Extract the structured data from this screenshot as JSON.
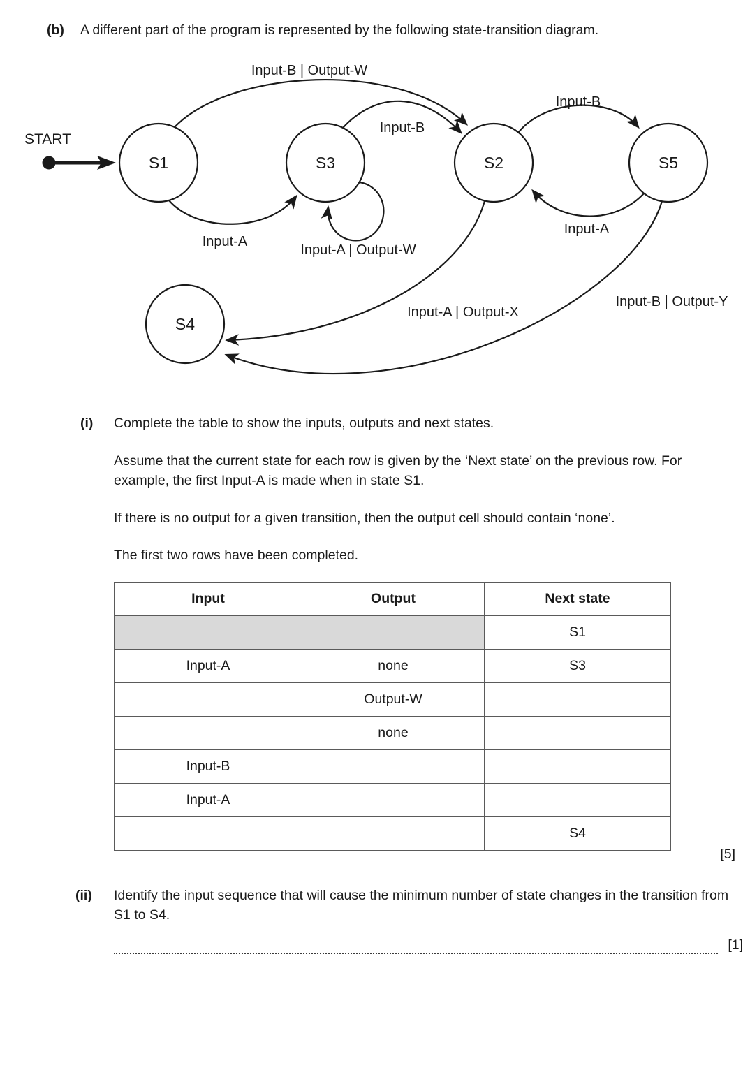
{
  "header": {
    "label": "(b)",
    "text": "A different part of the program is represented by the following state-transition diagram."
  },
  "diagram": {
    "start_label": "START",
    "states": {
      "s1": "S1",
      "s2": "S2",
      "s3": "S3",
      "s4": "S4",
      "s5": "S5"
    },
    "edges": {
      "s1_s2": "Input-B | Output-W",
      "s3_s2": "Input-B",
      "s2_s5": "Input-B",
      "s5_s2": "Input-A",
      "s1_s3": "Input-A",
      "s3_loop": "Input-A | Output-W",
      "s2_s4": "Input-A | Output-X",
      "s5_s4": "Input-B | Output-Y"
    }
  },
  "part_i": {
    "label": "(i)",
    "intro": "Complete the table to show the inputs, outputs and next states.",
    "para1": "Assume that the current state for each row is given by the ‘Next state’ on the previous row. For example, the first Input-A is made when in state S1.",
    "para2": "If there is no output for a given transition, then the output cell should contain ‘none’.",
    "para3": "The first two rows have been completed.",
    "marks": "[5]"
  },
  "table": {
    "headers": [
      "Input",
      "Output",
      "Next state"
    ],
    "rows": [
      {
        "input": "",
        "output": "",
        "next": "S1"
      },
      {
        "input": "Input-A",
        "output": "none",
        "next": "S3"
      },
      {
        "input": "",
        "output": "Output-W",
        "next": ""
      },
      {
        "input": "",
        "output": "none",
        "next": ""
      },
      {
        "input": "Input-B",
        "output": "",
        "next": ""
      },
      {
        "input": "Input-A",
        "output": "",
        "next": ""
      },
      {
        "input": "",
        "output": "",
        "next": "S4"
      }
    ]
  },
  "part_ii": {
    "label": "(ii)",
    "text": "Identify the input sequence that will cause the minimum number of state changes in the transition from S1 to S4.",
    "marks": "[1]"
  }
}
